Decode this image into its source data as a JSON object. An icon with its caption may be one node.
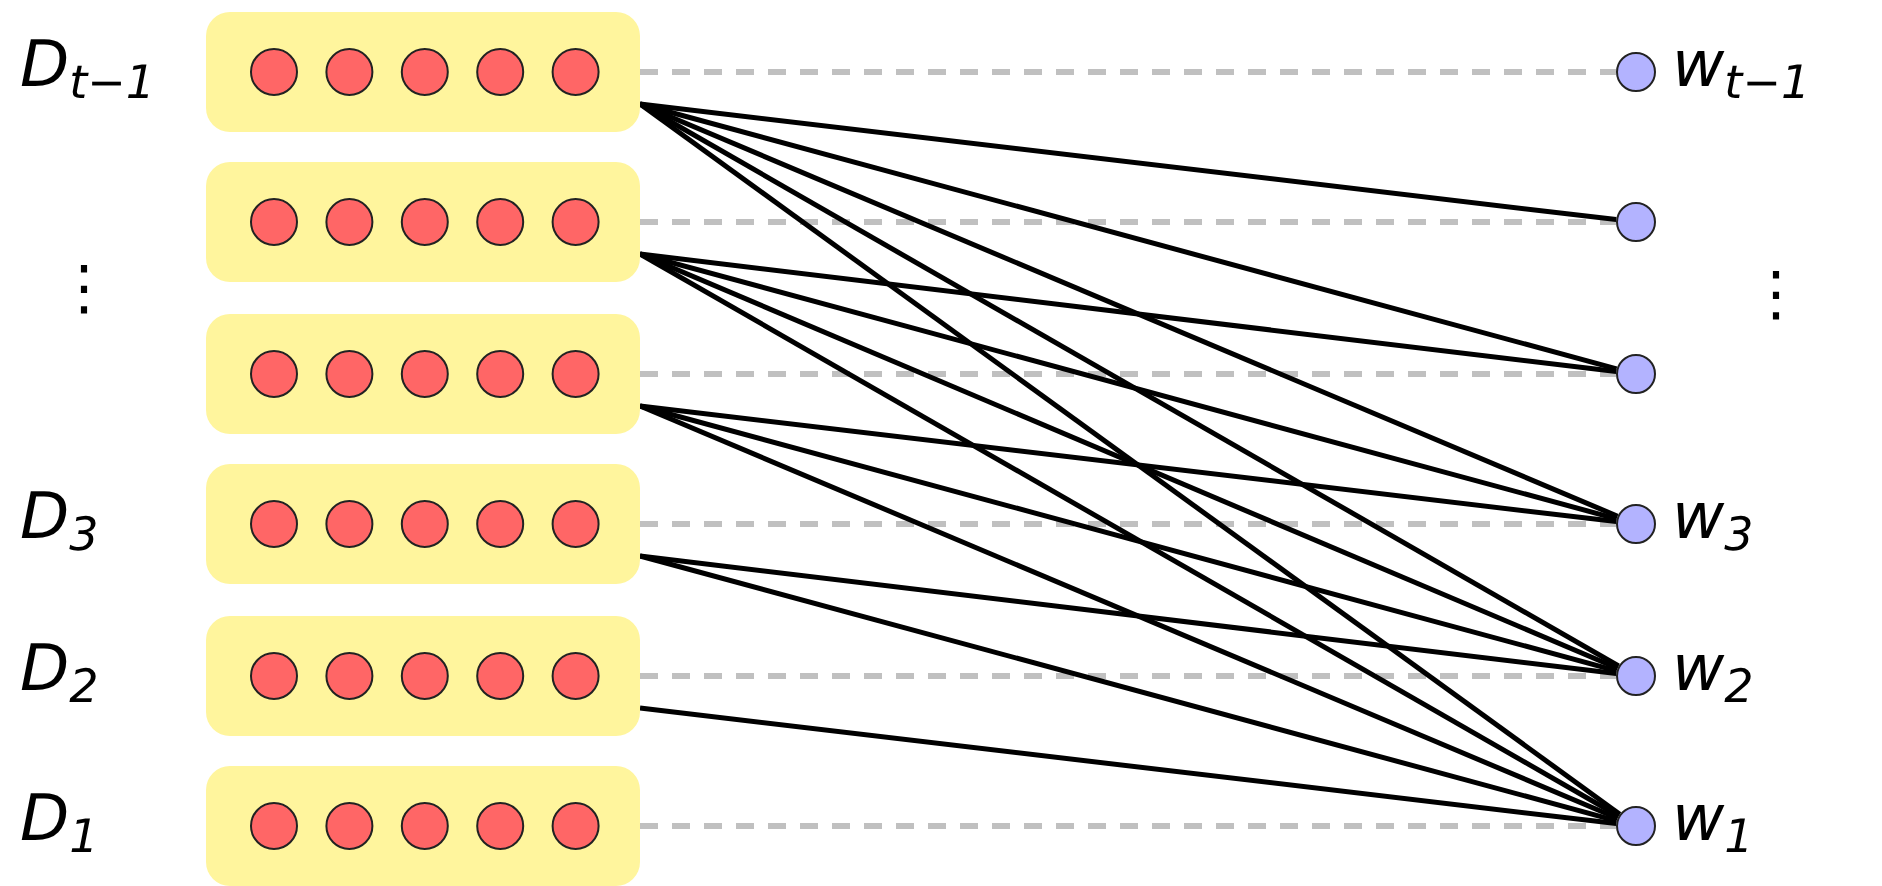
{
  "diagram": {
    "nodes": [
      {
        "text": [],
        "shape": "box",
        "beside": [
          "D$_{t−1}$"
        ]
      },
      {
        "text": [],
        "shape": "box"
      },
      {
        "text": [],
        "shape": "box"
      },
      {
        "text": [],
        "shape": "box",
        "beside": [
          "D$_{3}$"
        ]
      },
      {
        "text": [],
        "shape": "box",
        "beside": [
          "D$_{2}$"
        ]
      },
      {
        "text": [],
        "shape": "box",
        "beside": [
          "D$_{1}$"
        ]
      },
      {
        "text": [],
        "shape": "circle",
        "beside": [
          "w$_{t−1}$"
        ]
      },
      {
        "text": [],
        "shape": "circle"
      },
      {
        "text": [],
        "shape": "circle"
      },
      {
        "text": [],
        "shape": "circle",
        "beside": [
          "w$_{3}$"
        ]
      },
      {
        "text": [],
        "shape": "circle",
        "beside": [
          "w$_{2}$"
        ]
      },
      {
        "text": [],
        "shape": "circle",
        "beside": [
          "w$_{1}$"
        ]
      }
    ],
    "edges": [
      {
        "from": 0,
        "to": 6,
        "arrow": "none",
        "style": "dashed",
        "color": "#c0c0c0"
      },
      {
        "from": 1,
        "to": 7,
        "arrow": "none",
        "style": "dashed",
        "color": "#c0c0c0"
      },
      {
        "from": 2,
        "to": 8,
        "arrow": "none",
        "style": "dashed",
        "color": "#c0c0c0"
      },
      {
        "from": 3,
        "to": 9,
        "arrow": "none",
        "style": "dashed",
        "color": "#c0c0c0"
      },
      {
        "from": 4,
        "to": 10,
        "arrow": "none",
        "style": "dashed",
        "color": "#c0c0c0"
      },
      {
        "from": 5,
        "to": 11,
        "arrow": "none",
        "style": "dashed",
        "color": "#c0c0c0"
      },
      {
        "from": 0,
        "to": 7,
        "arrow": "none"
      },
      {
        "from": 0,
        "to": 8,
        "arrow": "none"
      },
      {
        "from": 0,
        "to": 9,
        "arrow": "none"
      },
      {
        "from": 0,
        "to": 10,
        "arrow": "none"
      },
      {
        "from": 0,
        "to": 11,
        "arrow": "none"
      },
      {
        "from": 1,
        "to": 8,
        "arrow": "none"
      },
      {
        "from": 1,
        "to": 9,
        "arrow": "none"
      },
      {
        "from": 1,
        "to": 10,
        "arrow": "none"
      },
      {
        "from": 1,
        "to": 11,
        "arrow": "none"
      },
      {
        "from": 2,
        "to": 9,
        "arrow": "none"
      },
      {
        "from": 2,
        "to": 10,
        "arrow": "none"
      },
      {
        "from": 2,
        "to": 11,
        "arrow": "none"
      },
      {
        "from": 3,
        "to": 10,
        "arrow": "none"
      },
      {
        "from": 3,
        "to": 11,
        "arrow": "none"
      },
      {
        "from": 4,
        "to": 11,
        "arrow": "none"
      }
    ],
    "labels": [
      "⋮",
      "⋮"
    ]
  }
}
